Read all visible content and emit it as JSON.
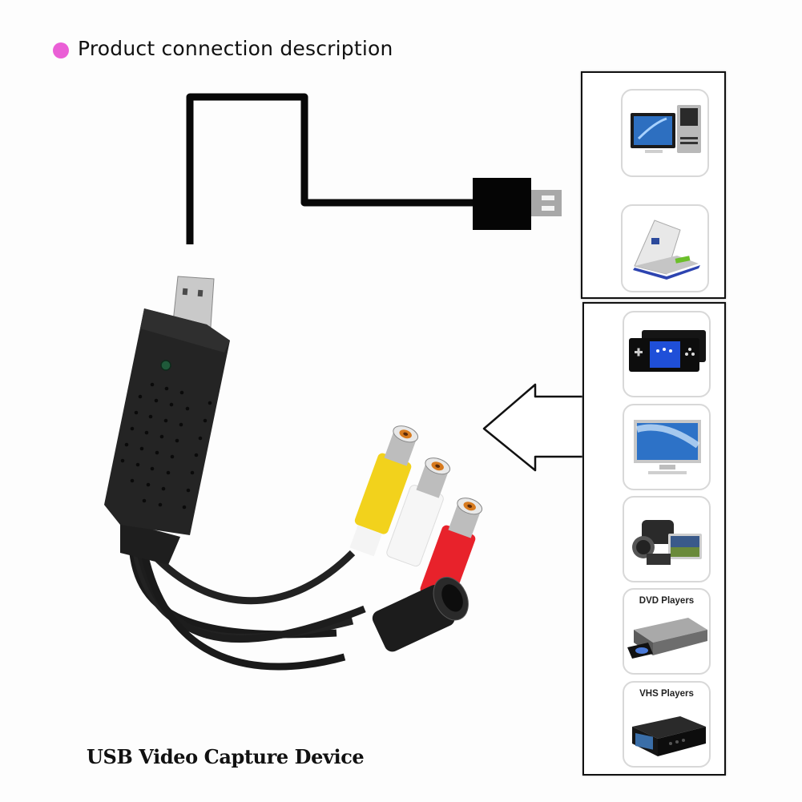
{
  "header": {
    "bullet_color": "#ea5fd6",
    "title": "Product connection description"
  },
  "diagram": {
    "cable_icon": "usb-cable-icon",
    "arrow_icon": "left-arrow-icon",
    "device_icon": "usb-capture-dongle-icon",
    "connectors": [
      "yellow-rca-video",
      "white-rca-audio-left",
      "red-rca-audio-right",
      "s-video"
    ],
    "connector_colors": {
      "video": "#f2d21c",
      "audio_left": "#f4f4f4",
      "audio_right": "#e8222b",
      "svideo": "#1c1c1c"
    }
  },
  "host_devices": {
    "items": [
      {
        "name": "desktop-computer",
        "label": ""
      },
      {
        "name": "laptop",
        "label": ""
      }
    ]
  },
  "source_devices": {
    "items": [
      {
        "name": "handheld-game-console",
        "label": ""
      },
      {
        "name": "tv-monitor",
        "label": ""
      },
      {
        "name": "camcorder",
        "label": ""
      },
      {
        "name": "dvd-player",
        "label": "DVD Players"
      },
      {
        "name": "vhs-player",
        "label": "VHS Players"
      }
    ]
  },
  "caption": "USB Video Capture Device"
}
